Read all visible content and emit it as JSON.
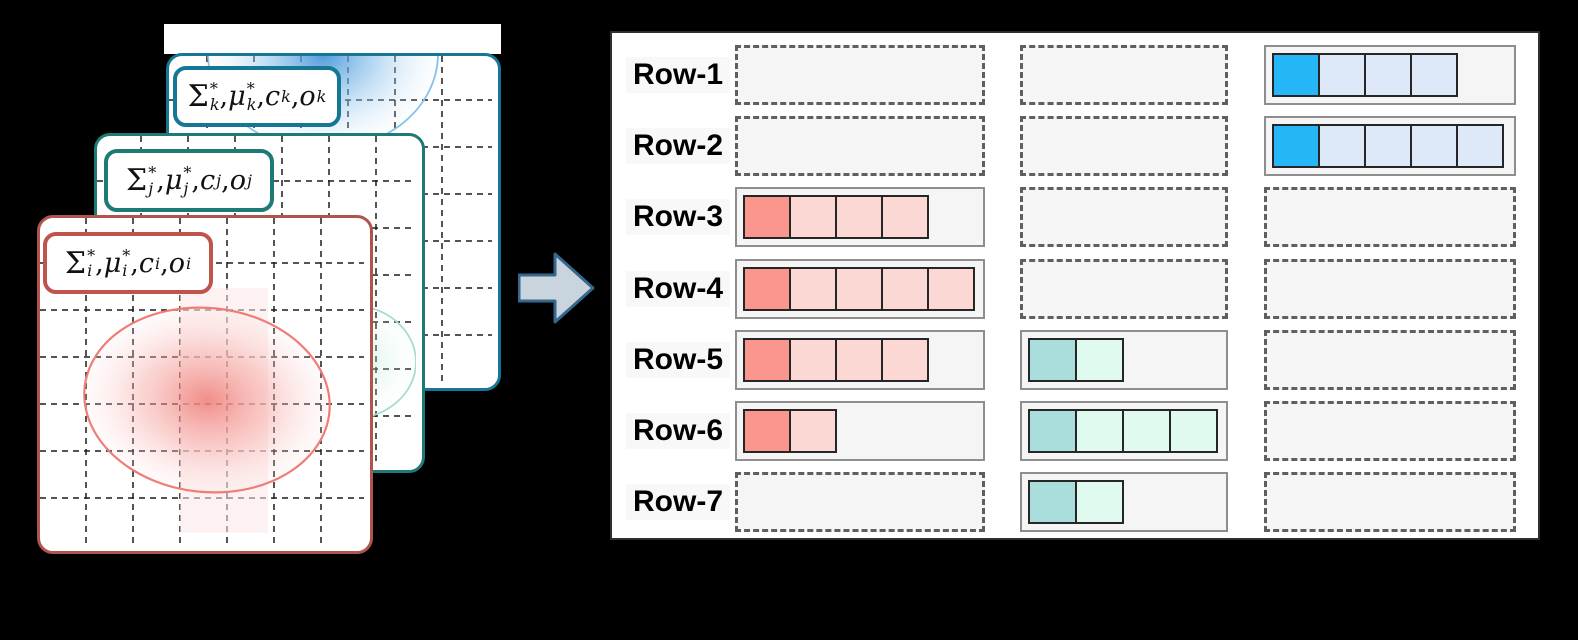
{
  "figure": {
    "kind": "gaussian-parameter-to-row-assignment diagram",
    "background": "#000000"
  },
  "cards": [
    {
      "id": "k",
      "border_color": "#157795",
      "splat_color": "#3c8fd6",
      "tokens": [
        {
          "base": "Σ",
          "upright": true,
          "sup": "*",
          "sub": "k"
        },
        {
          "pre": ", ",
          "base": "μ",
          "sup": "*",
          "sub": "k"
        },
        {
          "pre": ", ",
          "base": "c",
          "sub": "k"
        },
        {
          "pre": ", ",
          "base": "o",
          "sub": "k"
        }
      ]
    },
    {
      "id": "j",
      "border_color": "#1e7a74",
      "splat_color": "#9adbc8",
      "tokens": [
        {
          "base": "Σ",
          "upright": true,
          "sup": "*",
          "sub": "j"
        },
        {
          "pre": ", ",
          "base": "μ",
          "sup": "*",
          "sub": "j"
        },
        {
          "pre": ", ",
          "base": "c",
          "sub": "j"
        },
        {
          "pre": ", ",
          "base": "o",
          "sub": "j"
        }
      ]
    },
    {
      "id": "i",
      "border_color": "#b2544e",
      "splat_color": "#ec6660",
      "tokens": [
        {
          "base": "Σ",
          "upright": true,
          "sup": "*",
          "sub": "i"
        },
        {
          "pre": ", ",
          "base": "μ",
          "sup": "*",
          "sub": "i"
        },
        {
          "pre": ", ",
          "base": "c",
          "sub": "i"
        },
        {
          "pre": ", ",
          "base": "o",
          "sub": "i"
        }
      ]
    }
  ],
  "arrow": {
    "fill": "#c9d4de",
    "stroke": "#35688e"
  },
  "panel": {
    "palettes": {
      "red": {
        "head": "#fa968e",
        "tail": "#fcd8d5"
      },
      "teal": {
        "head": "#aadedd",
        "tail": "#e0faf0"
      },
      "blue": {
        "head": "#25b6f7",
        "tail": "#dde8f8"
      }
    },
    "column_slots": [
      5,
      4,
      5
    ],
    "rows": [
      {
        "label": "Row-1",
        "cols": [
          {
            "state": "empty"
          },
          {
            "state": "empty"
          },
          {
            "state": "bar",
            "palette": "blue",
            "filled": 4
          }
        ]
      },
      {
        "label": "Row-2",
        "cols": [
          {
            "state": "empty"
          },
          {
            "state": "empty"
          },
          {
            "state": "bar",
            "palette": "blue",
            "filled": 5
          }
        ]
      },
      {
        "label": "Row-3",
        "cols": [
          {
            "state": "bar",
            "palette": "red",
            "filled": 4
          },
          {
            "state": "empty"
          },
          {
            "state": "empty"
          }
        ]
      },
      {
        "label": "Row-4",
        "cols": [
          {
            "state": "bar",
            "palette": "red",
            "filled": 5
          },
          {
            "state": "empty"
          },
          {
            "state": "empty"
          }
        ]
      },
      {
        "label": "Row-5",
        "cols": [
          {
            "state": "bar",
            "palette": "red",
            "filled": 4
          },
          {
            "state": "bar",
            "palette": "teal",
            "filled": 2
          },
          {
            "state": "empty"
          }
        ]
      },
      {
        "label": "Row-6",
        "cols": [
          {
            "state": "bar",
            "palette": "red",
            "filled": 2
          },
          {
            "state": "bar",
            "palette": "teal",
            "filled": 4
          },
          {
            "state": "empty"
          }
        ]
      },
      {
        "label": "Row-7",
        "cols": [
          {
            "state": "empty"
          },
          {
            "state": "bar",
            "palette": "teal",
            "filled": 2
          },
          {
            "state": "empty"
          }
        ]
      }
    ]
  }
}
